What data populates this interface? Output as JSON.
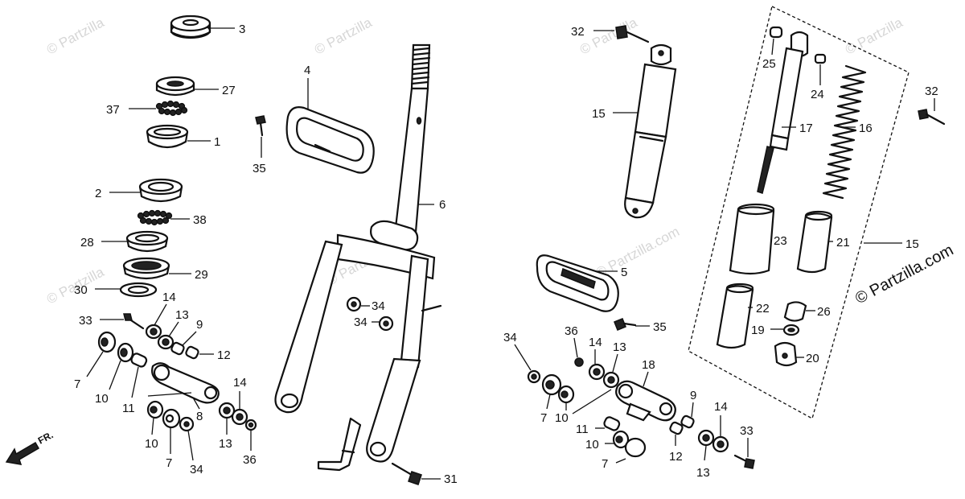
{
  "diagram": {
    "watermark": "© Partzilla.com",
    "watermark_short": "© Partzilla",
    "direction_label": "FR.",
    "callouts": [
      {
        "id": "c3",
        "label": "3"
      },
      {
        "id": "c27",
        "label": "27"
      },
      {
        "id": "c37",
        "label": "37"
      },
      {
        "id": "c1",
        "label": "1"
      },
      {
        "id": "c2",
        "label": "2"
      },
      {
        "id": "c38",
        "label": "38"
      },
      {
        "id": "c28",
        "label": "28"
      },
      {
        "id": "c29",
        "label": "29"
      },
      {
        "id": "c30",
        "label": "30"
      },
      {
        "id": "c33a",
        "label": "33"
      },
      {
        "id": "c14a",
        "label": "14"
      },
      {
        "id": "c13a",
        "label": "13"
      },
      {
        "id": "c9a",
        "label": "9"
      },
      {
        "id": "c12a",
        "label": "12"
      },
      {
        "id": "c7a",
        "label": "7"
      },
      {
        "id": "c10a",
        "label": "10"
      },
      {
        "id": "c11a",
        "label": "11"
      },
      {
        "id": "c8",
        "label": "8"
      },
      {
        "id": "c14b",
        "label": "14"
      },
      {
        "id": "c10b",
        "label": "10"
      },
      {
        "id": "c7b",
        "label": "7"
      },
      {
        "id": "c34a",
        "label": "34"
      },
      {
        "id": "c13b",
        "label": "13"
      },
      {
        "id": "c36a",
        "label": "36"
      },
      {
        "id": "c4",
        "label": "4"
      },
      {
        "id": "c35a",
        "label": "35"
      },
      {
        "id": "c6",
        "label": "6"
      },
      {
        "id": "c34b",
        "label": "34"
      },
      {
        "id": "c34c",
        "label": "34"
      },
      {
        "id": "c31",
        "label": "31"
      },
      {
        "id": "c32a",
        "label": "32"
      },
      {
        "id": "c15a",
        "label": "15"
      },
      {
        "id": "c5",
        "label": "5"
      },
      {
        "id": "c35b",
        "label": "35"
      },
      {
        "id": "c34d",
        "label": "34"
      },
      {
        "id": "c36b",
        "label": "36"
      },
      {
        "id": "c14c",
        "label": "14"
      },
      {
        "id": "c13c",
        "label": "13"
      },
      {
        "id": "c18",
        "label": "18"
      },
      {
        "id": "c7c",
        "label": "7"
      },
      {
        "id": "c10c",
        "label": "10"
      },
      {
        "id": "c11b",
        "label": "11"
      },
      {
        "id": "c10d",
        "label": "10"
      },
      {
        "id": "c7d",
        "label": "7"
      },
      {
        "id": "c9b",
        "label": "9"
      },
      {
        "id": "c12b",
        "label": "12"
      },
      {
        "id": "c14d",
        "label": "14"
      },
      {
        "id": "c13d",
        "label": "13"
      },
      {
        "id": "c33b",
        "label": "33"
      },
      {
        "id": "c25",
        "label": "25"
      },
      {
        "id": "c24",
        "label": "24"
      },
      {
        "id": "c17",
        "label": "17"
      },
      {
        "id": "c16",
        "label": "16"
      },
      {
        "id": "c23",
        "label": "23"
      },
      {
        "id": "c21",
        "label": "21"
      },
      {
        "id": "c15b",
        "label": "15"
      },
      {
        "id": "c22",
        "label": "22"
      },
      {
        "id": "c26",
        "label": "26"
      },
      {
        "id": "c19",
        "label": "19"
      },
      {
        "id": "c20",
        "label": "20"
      },
      {
        "id": "c32b",
        "label": "32"
      }
    ]
  }
}
